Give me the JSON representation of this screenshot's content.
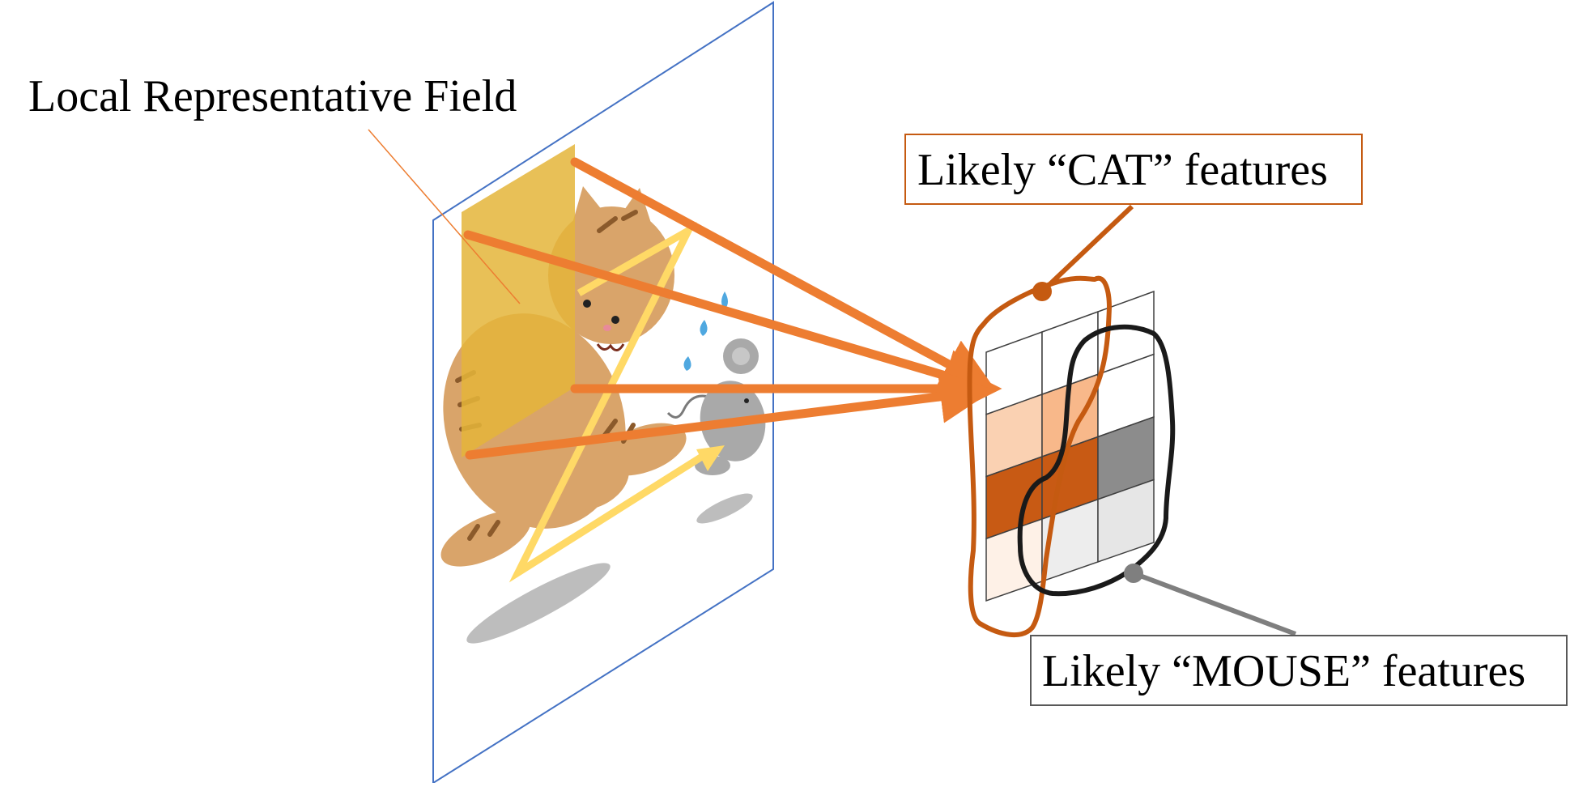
{
  "labels": {
    "field": "Local Representative Field",
    "cat": "Likely “CAT” features",
    "mouse": "Likely “MOUSE” features"
  },
  "feature_map": {
    "rows": 4,
    "cols": 3,
    "cell_colors": [
      [
        "#FAD1B2",
        "#F8B88A",
        "#FFFFFF"
      ],
      [
        "#C85A14",
        "#C85A14",
        "#8C8C8C"
      ],
      [
        "#FEF1E7",
        "#EDEDED",
        "#E6E6E6"
      ]
    ]
  },
  "colors": {
    "frame": "#4472C4",
    "field_patch": "#E4B53A",
    "arrow": "#ED7D31",
    "triangle": "#FFD966",
    "cat_region": "#C55A11",
    "mouse_region": "#1A1A1A",
    "mouse_pointer": "#7F7F7F",
    "cat_fur": "#D9A46A",
    "cat_stripe": "#8B5A2B",
    "mouse_body": "#A9A9A9",
    "sweat": "#4FA8E0",
    "shadow": "#BDBDBD"
  }
}
